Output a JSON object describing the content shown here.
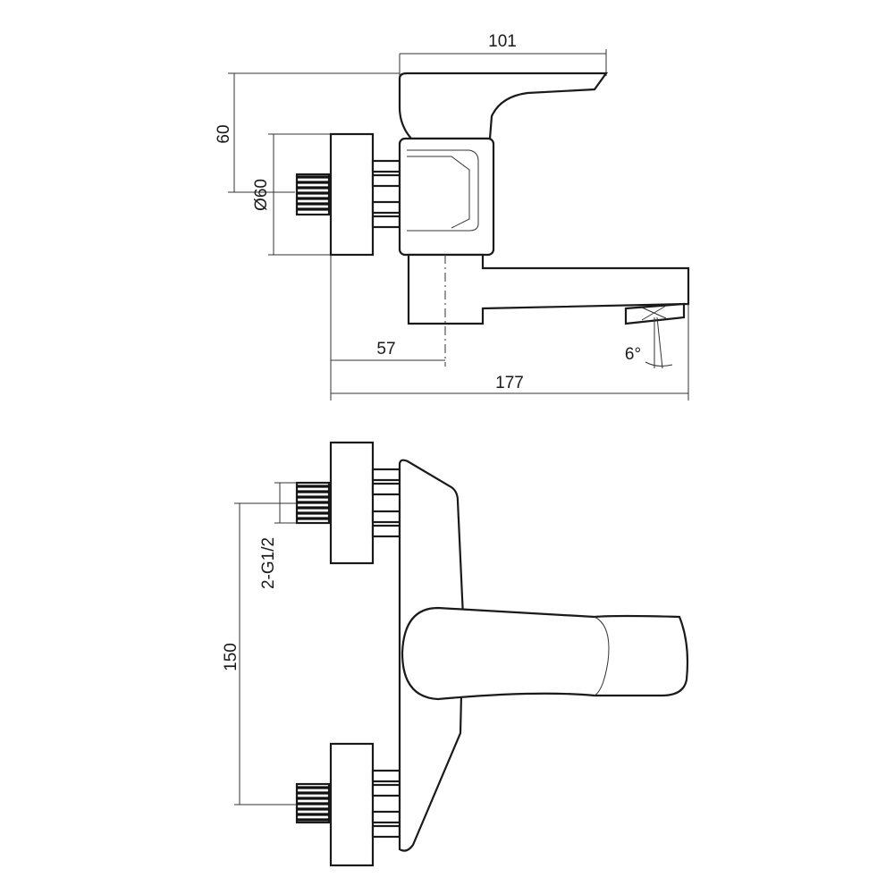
{
  "side_view": {
    "dim_handle_length": "101",
    "dim_height": "60",
    "dim_flange_diameter": "Ø60",
    "dim_wall_to_body_axis": "57",
    "dim_total_length": "177",
    "dim_spout_angle": "6°"
  },
  "front_view": {
    "dim_connection_thread": "2-G1/2",
    "dim_center_distance": "150"
  },
  "colors": {
    "line": "#1a1a1a",
    "background": "#ffffff"
  }
}
